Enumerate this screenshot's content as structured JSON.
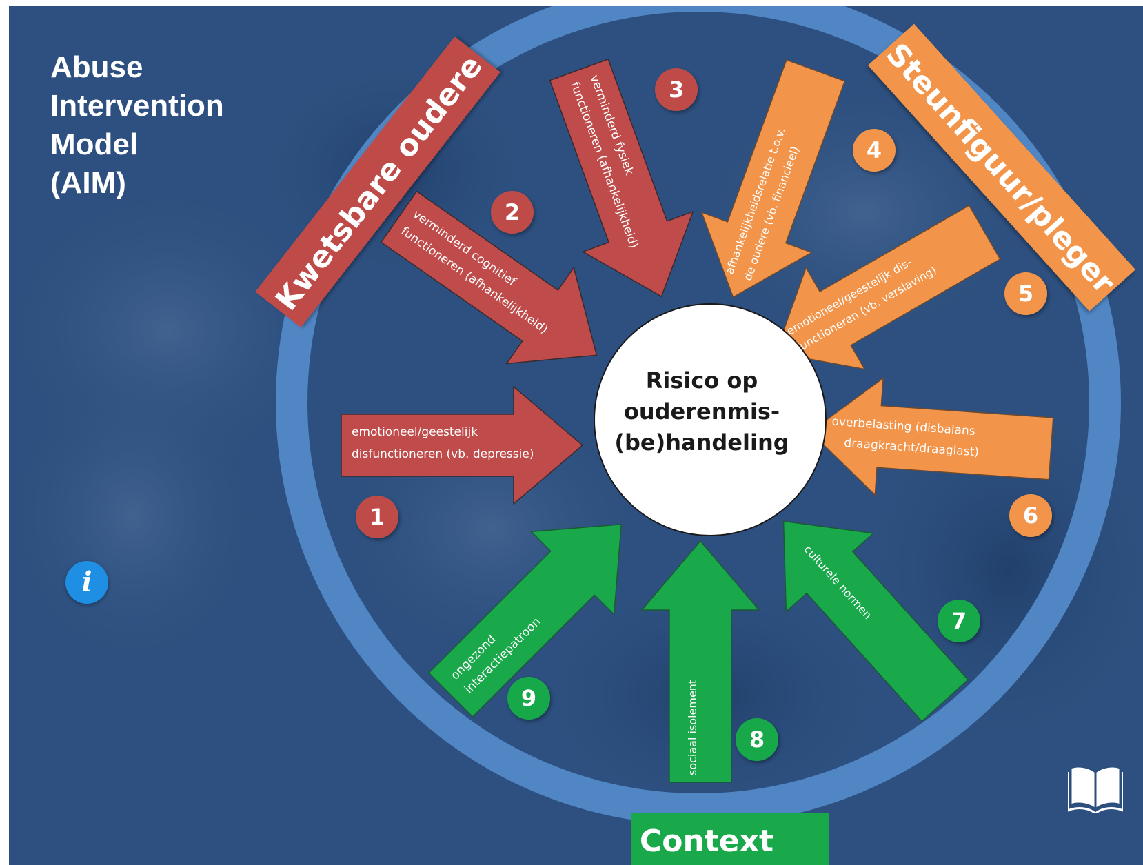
{
  "title": [
    "Abuse",
    "Intervention",
    "Model",
    "(AIM)"
  ],
  "center": {
    "lines": [
      "Risico op",
      "ouderenmis-",
      "(be)handeling"
    ]
  },
  "banners": {
    "victim": "Kwetsbare oudere",
    "perpetrator": "Steunfiguur/pleger",
    "context": "Context"
  },
  "factors": [
    {
      "number": "1",
      "group": "victim",
      "lines": [
        "emotioneel/geestelijk",
        "disfunctioneren (vb. depressie)"
      ]
    },
    {
      "number": "2",
      "group": "victim",
      "lines": [
        "verminderd cognitief",
        "functioneren (afhankelijkheid)"
      ]
    },
    {
      "number": "3",
      "group": "victim",
      "lines": [
        "verminderd fysiek",
        "functioneren (afhankelijkheid)"
      ]
    },
    {
      "number": "4",
      "group": "perpetrator",
      "lines": [
        "afhankelijkheidsrelatie t.o.v.",
        "de oudere (vb. financieel)"
      ]
    },
    {
      "number": "5",
      "group": "perpetrator",
      "lines": [
        "emotioneel/geestelijk dis-",
        "functioneren (vb. verslaving)"
      ]
    },
    {
      "number": "6",
      "group": "perpetrator",
      "lines": [
        "overbelasting (disbalans",
        "draagkracht/draaglast)"
      ]
    },
    {
      "number": "7",
      "group": "context",
      "lines": [
        "culturele normen"
      ]
    },
    {
      "number": "8",
      "group": "context",
      "lines": [
        "sociaal isolement"
      ]
    },
    {
      "number": "9",
      "group": "context",
      "lines": [
        "ongezond",
        "interactiepatroon"
      ]
    }
  ],
  "colors": {
    "victim": "#bf4c4a",
    "perpetrator": "#f2944a",
    "context": "#19a84a",
    "ring": "#5186c4",
    "background": "#2c4f7d",
    "info": "#1e8fe3"
  },
  "icons": {
    "info": "info-icon",
    "book": "book-icon"
  },
  "info_glyph": "i"
}
